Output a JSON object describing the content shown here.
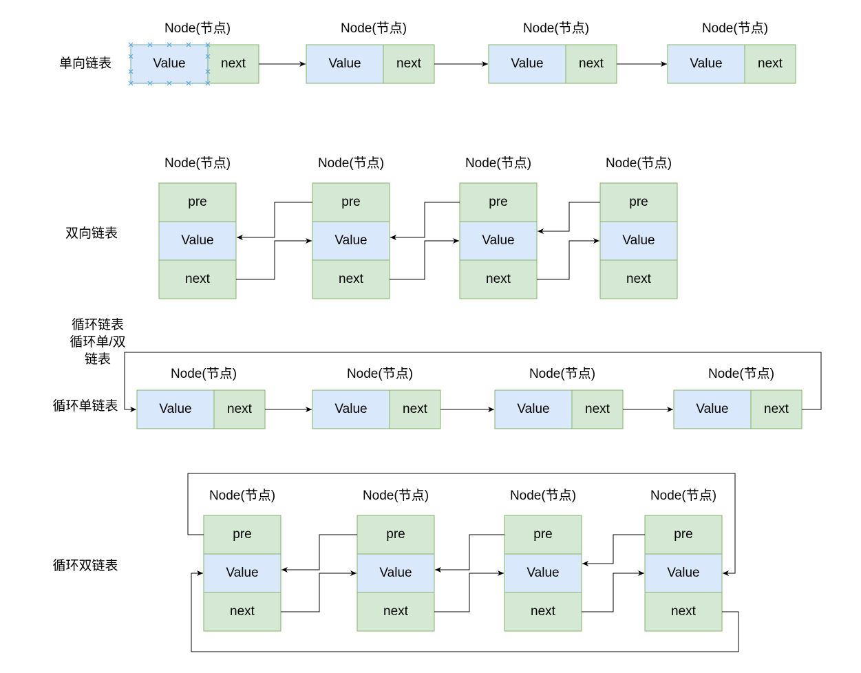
{
  "node_label": "Node(节点)",
  "cells": {
    "value": "Value",
    "next": "next",
    "pre": "pre"
  },
  "sections": {
    "singly": "单向链表",
    "doubly": "双向链表",
    "circular_title": [
      "循环链表",
      "循环单/双",
      "链表"
    ],
    "circular_single": "循环单链表",
    "circular_double": "循环双链表"
  },
  "colors": {
    "value_fill": "#dae8fc",
    "pointer_fill": "#d5e8d4",
    "border": "#82b366",
    "selection": "#5aa9e6",
    "arrow": "#000000"
  }
}
